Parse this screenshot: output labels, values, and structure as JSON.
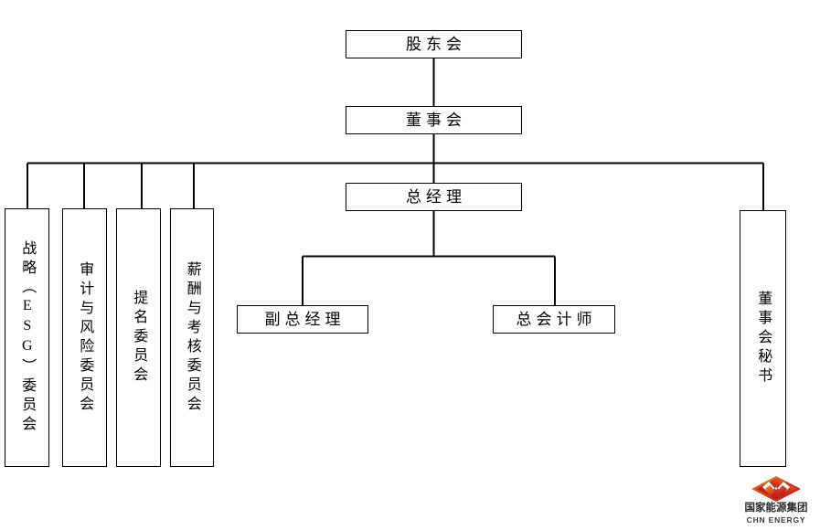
{
  "diagram": {
    "type": "org-chart",
    "title": "",
    "line_color": "#000000",
    "box_border_color": "#000000",
    "background": "#ffffff",
    "nodes": {
      "shareholders_meeting": {
        "label": "股东会",
        "orientation": "horizontal"
      },
      "board_of_directors": {
        "label": "董事会",
        "orientation": "horizontal"
      },
      "general_manager": {
        "label": "总经理",
        "orientation": "horizontal"
      },
      "deputy_general_manager": {
        "label": "副总经理",
        "orientation": "horizontal"
      },
      "chief_accountant": {
        "label": "总会计师",
        "orientation": "horizontal"
      },
      "strategy_esg_committee": {
        "label": "战略（ESG）委员会",
        "orientation": "vertical"
      },
      "audit_risk_committee": {
        "label": "审计与风险委员会",
        "orientation": "vertical"
      },
      "nomination_committee": {
        "label": "提名委员会",
        "orientation": "vertical"
      },
      "remuneration_appraisal_committee": {
        "label": "薪酬与考核委员会",
        "orientation": "vertical"
      },
      "board_secretary": {
        "label": "董事会秘书",
        "orientation": "vertical"
      }
    }
  },
  "logo": {
    "name_cn": "国家能源集团",
    "name_en": "CHN ENERGY",
    "mark_color_dark": "#a81214",
    "mark_color_mid": "#d4301f",
    "mark_color_light": "#f07d1a"
  }
}
